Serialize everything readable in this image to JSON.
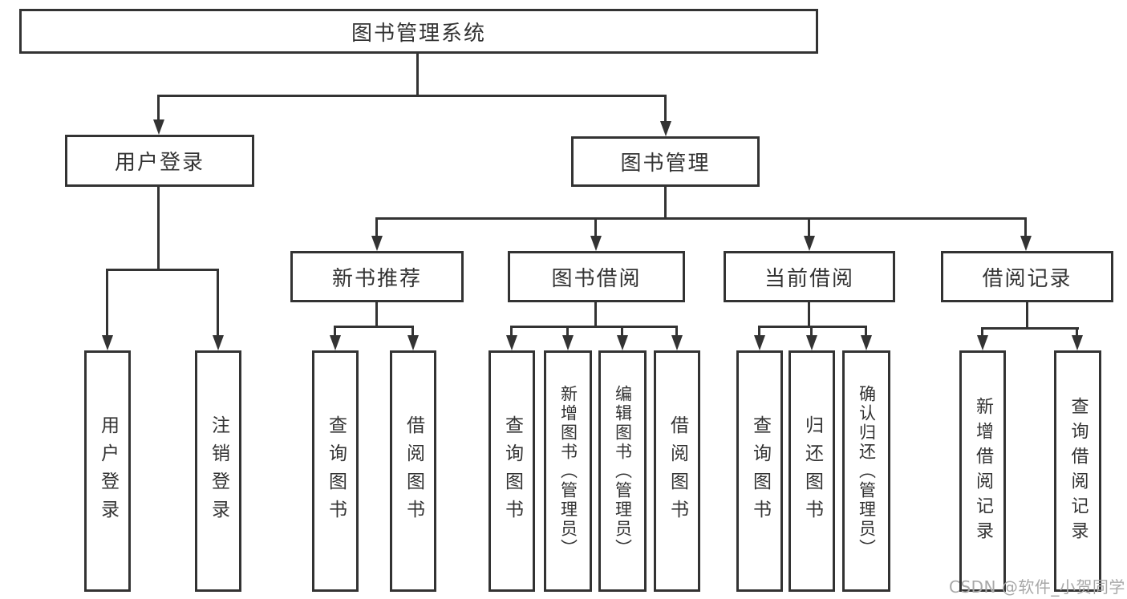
{
  "diagram": {
    "title": "图书管理系统",
    "level1": {
      "user_login": "用户登录",
      "book_management": "图书管理"
    },
    "level2": {
      "new_book_recommend": "新书推荐",
      "book_borrow": "图书借阅",
      "current_borrow": "当前借阅",
      "borrow_records": "借阅记录"
    },
    "leaves": {
      "user_login": [
        "用户登录",
        "注销登录"
      ],
      "new_book_recommend": [
        "查询图书",
        "借阅图书"
      ],
      "book_borrow": [
        "查询图书",
        "新增图书（管理员）",
        "编辑图书（管理员）",
        "借阅图书"
      ],
      "current_borrow": [
        "查询图书",
        "归还图书",
        "确认归还（管理员）"
      ],
      "borrow_records": [
        "新增借阅记录",
        "查询借阅记录"
      ]
    }
  },
  "watermark": "CSDN @软件_小贺同学",
  "colors": {
    "line": "#333333",
    "text": "#333333",
    "background": "#ffffff",
    "watermark": "#a8a8a8"
  }
}
